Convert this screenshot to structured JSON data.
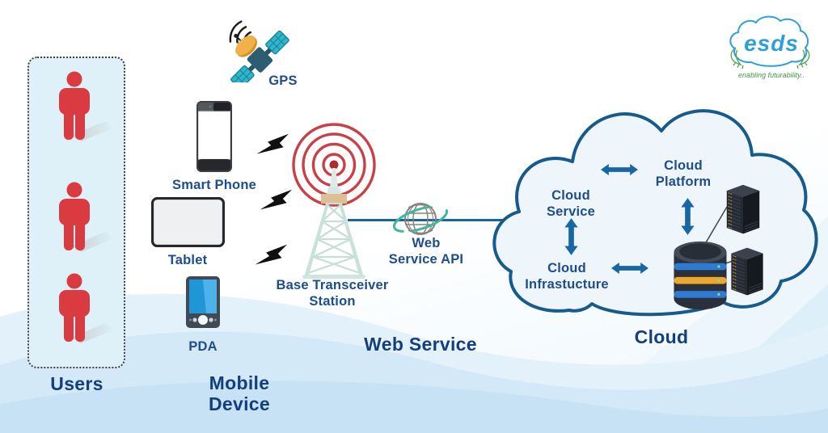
{
  "sections": {
    "users": "Users",
    "mobile_device": "Mobile\nDevice",
    "web_service": "Web Service",
    "cloud": "Cloud"
  },
  "items": {
    "gps": "GPS",
    "smart_phone": "Smart Phone",
    "tablet": "Tablet",
    "pda": "PDA",
    "base_transceiver_station": "Base Transceiver\nStation",
    "web_service_api": "Web\nService API",
    "cloud_service": "Cloud\nService",
    "cloud_platform": "Cloud\nPlatform",
    "cloud_infrastructure": "Cloud\nInfrastucture"
  },
  "logo": {
    "brand": "esds",
    "tagline": "enabling futurability.."
  },
  "colors": {
    "section_label": "#143f7c",
    "item_label": "#1e4d8c",
    "arrow_blue": "#1767a5",
    "cloud_outline": "#175a8c",
    "connection_line": "#1765a0",
    "signal_red": "#c94046",
    "person_red": "#d93b40",
    "users_box_fill": "#def0f8"
  }
}
